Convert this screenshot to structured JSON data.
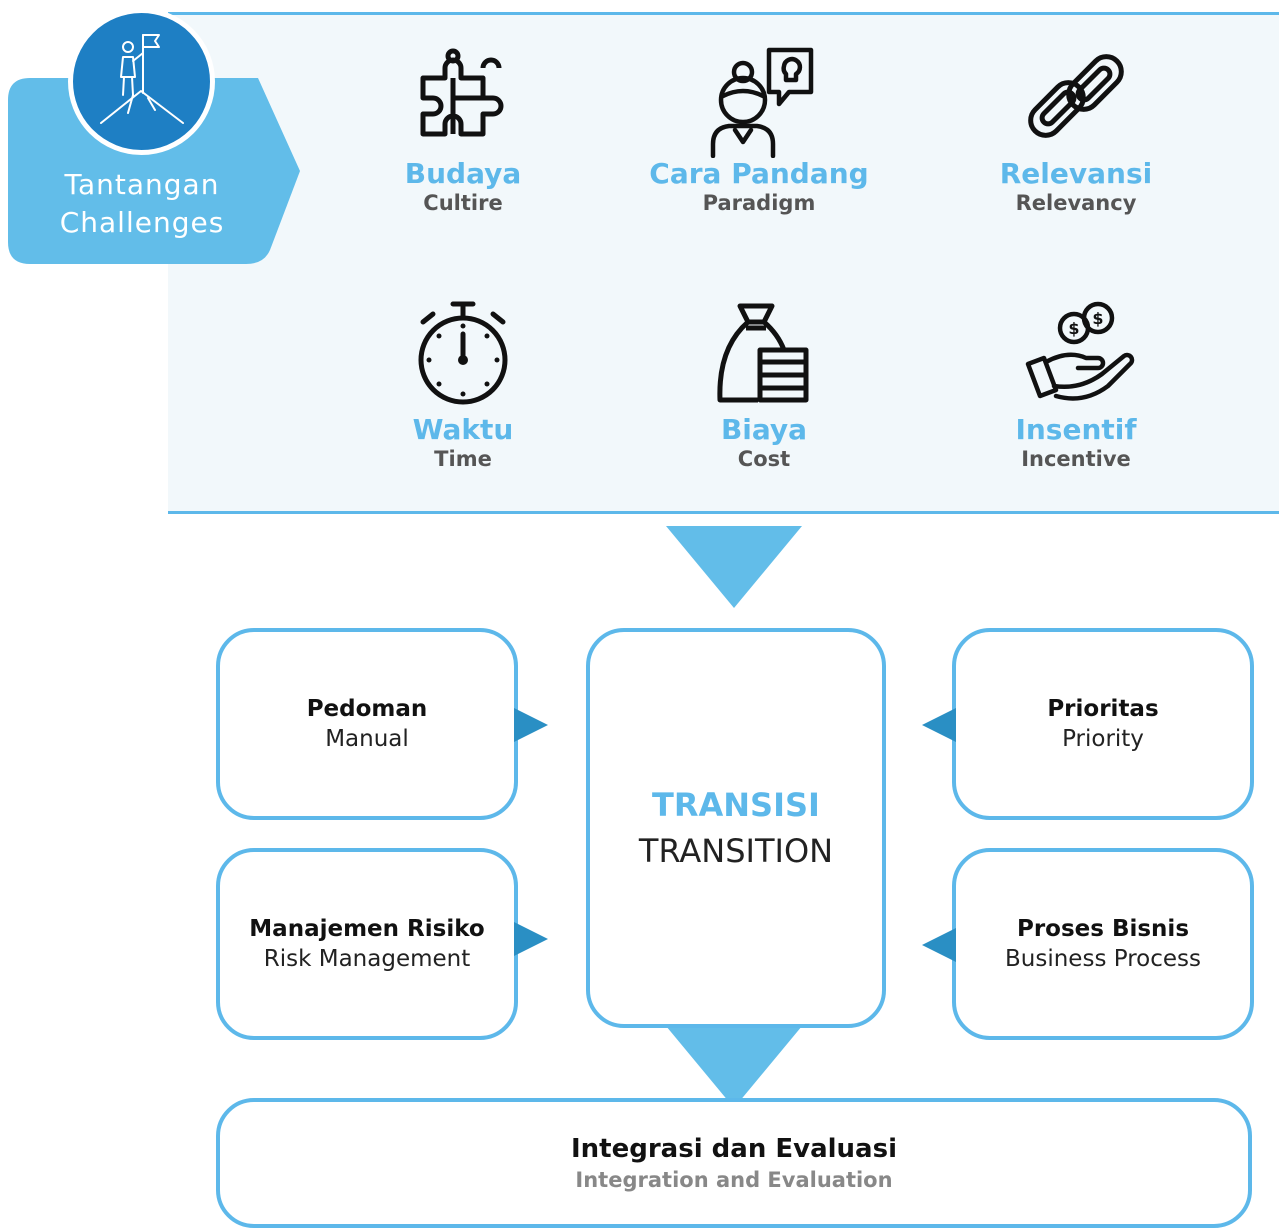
{
  "colors": {
    "accent": "#5db8ea",
    "accent_dark": "#1e7fc4",
    "panel_bg": "#f2f8fb",
    "text": "#111111",
    "subtext": "#555555"
  },
  "challenges": {
    "title_id": "Tantangan",
    "title_en": "Challenges",
    "badge_icon": "person-flag-summit-icon",
    "items": [
      {
        "icon": "puzzle-icon",
        "label_id": "Budaya",
        "label_en": "Cultire"
      },
      {
        "icon": "person-idea-icon",
        "label_id": "Cara Pandang",
        "label_en": "Paradigm"
      },
      {
        "icon": "chain-link-icon",
        "label_id": "Relevansi",
        "label_en": "Relevancy"
      },
      {
        "icon": "stopwatch-icon",
        "label_id": "Waktu",
        "label_en": "Time"
      },
      {
        "icon": "money-bag-icon",
        "label_id": "Biaya",
        "label_en": "Cost"
      },
      {
        "icon": "hand-coins-icon",
        "label_id": "Insentif",
        "label_en": "Incentive"
      }
    ]
  },
  "flow": {
    "center": {
      "label_id": "TRANSISI",
      "label_en": "TRANSITION"
    },
    "left": [
      {
        "label_id": "Pedoman",
        "label_en": "Manual"
      },
      {
        "label_id": "Manajemen Risiko",
        "label_en": "Risk Management"
      }
    ],
    "right": [
      {
        "label_id": "Prioritas",
        "label_en": "Priority"
      },
      {
        "label_id": "Proses Bisnis",
        "label_en": "Business Process"
      }
    ],
    "final": {
      "label_id": "Integrasi dan Evaluasi",
      "label_en": "Integration and Evaluation"
    }
  }
}
